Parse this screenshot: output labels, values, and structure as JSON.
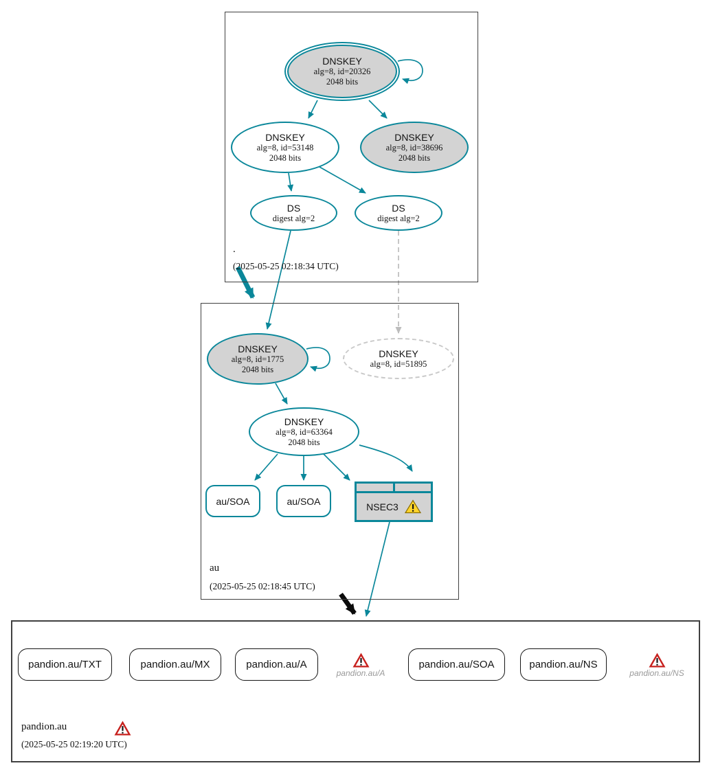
{
  "colors": {
    "teal": "#0a879a",
    "gray_fill": "#d3d3d3",
    "dashed_gray": "#c9c9c9",
    "arrow_gray": "#bcbcbc",
    "warning_yellow": "#ffd42a",
    "warning_border": "#8a6d00",
    "error_red": "#c7211e",
    "muted_text": "#9a9a9a",
    "box_border": "#404040"
  },
  "zones": {
    "root": {
      "label": ".",
      "timestamp": "(2025-05-25 02:18:34 UTC)",
      "ksk": {
        "title": "DNSKEY",
        "detail": "alg=8, id=20326",
        "bits": "2048 bits"
      },
      "zsk": {
        "title": "DNSKEY",
        "detail": "alg=8, id=53148",
        "bits": "2048 bits"
      },
      "ksk2": {
        "title": "DNSKEY",
        "detail": "alg=8, id=38696",
        "bits": "2048 bits"
      },
      "ds1": {
        "title": "DS",
        "detail": "digest alg=2"
      },
      "ds2": {
        "title": "DS",
        "detail": "digest alg=2"
      }
    },
    "au": {
      "label": "au",
      "timestamp": "(2025-05-25 02:18:45 UTC)",
      "ksk": {
        "title": "DNSKEY",
        "detail": "alg=8, id=1775",
        "bits": "2048 bits"
      },
      "missing_key": {
        "title": "DNSKEY",
        "detail": "alg=8, id=51895"
      },
      "zsk": {
        "title": "DNSKEY",
        "detail": "alg=8, id=63364",
        "bits": "2048 bits"
      },
      "soa1": {
        "label": "au/SOA"
      },
      "soa2": {
        "label": "au/SOA"
      },
      "nsec3": {
        "label": "NSEC3",
        "status": "warning"
      }
    },
    "pandion": {
      "label": "pandion.au",
      "status": "error",
      "timestamp": "(2025-05-25 02:19:20 UTC)",
      "rrsets": [
        {
          "label": "pandion.au/TXT",
          "status": "ok"
        },
        {
          "label": "pandion.au/MX",
          "status": "ok"
        },
        {
          "label": "pandion.au/A",
          "status": "ok"
        },
        {
          "label": "pandion.au/A",
          "status": "error"
        },
        {
          "label": "pandion.au/SOA",
          "status": "ok"
        },
        {
          "label": "pandion.au/NS",
          "status": "ok"
        },
        {
          "label": "pandion.au/NS",
          "status": "error"
        }
      ]
    }
  }
}
